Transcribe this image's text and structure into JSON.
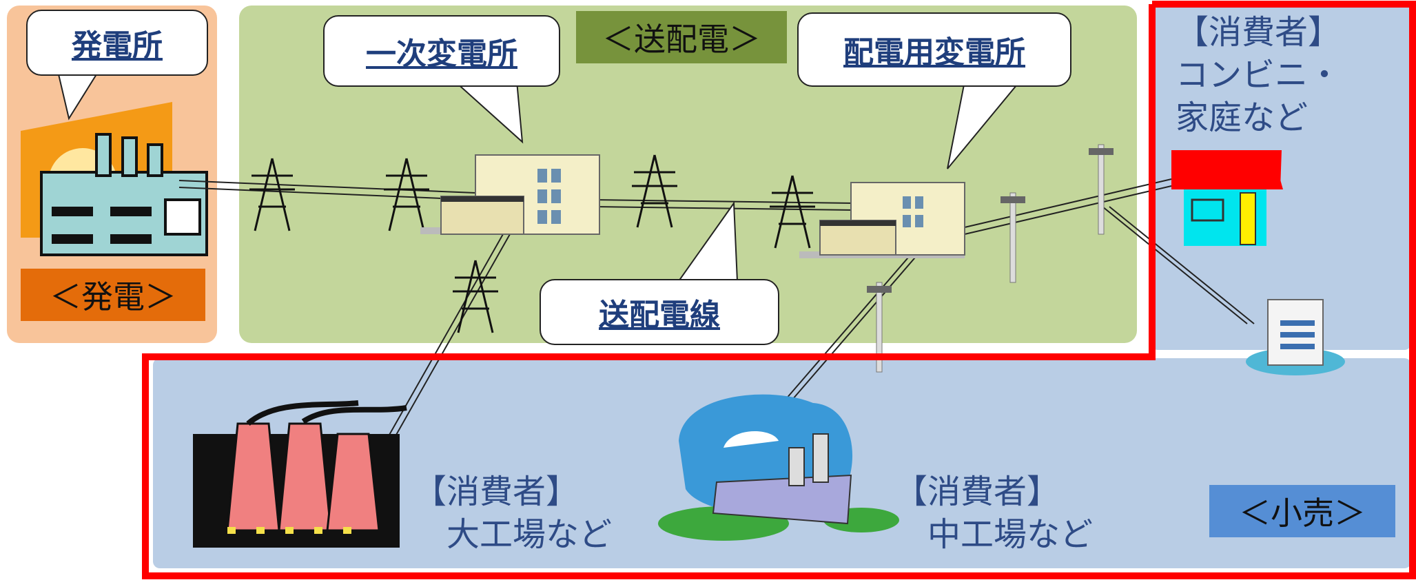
{
  "generation": {
    "callout": "発電所",
    "label": "＜発電＞"
  },
  "transmission": {
    "label": "＜送配電＞",
    "primary_substation": "一次変電所",
    "distribution_substation": "配電用変電所",
    "power_lines": "送配電線"
  },
  "retail": {
    "label": "＜小売＞",
    "consumer_small": "【消費者】\nコンビニ・\n家庭など",
    "consumer_large": "【消費者】\n　大工場など",
    "consumer_medium": "【消費者】\n　中工場など"
  },
  "colors": {
    "generation_bg": "#f8c49a",
    "generation_label_bg": "#e46c0a",
    "transmission_bg": "#c3d69b",
    "transmission_label_bg": "#77933c",
    "retail_bg": "#b9cde5",
    "retail_label_bg": "#558ed5",
    "highlight_border": "#ff0000",
    "callout_text": "#1f3e7c",
    "consumer_text": "#2e4b86"
  }
}
